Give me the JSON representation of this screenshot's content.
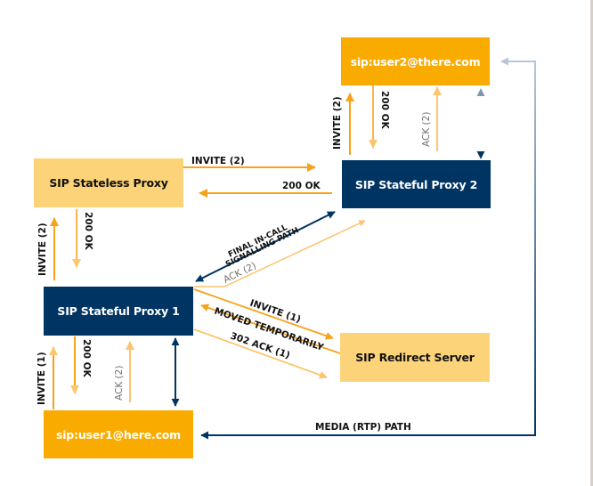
{
  "diagram": {
    "nodes": {
      "user2": "sip:user2@there.com",
      "stateful_proxy_2": "SIP Stateful Proxy 2",
      "stateless_proxy": "SIP Stateless Proxy",
      "stateful_proxy_1": "SIP Stateful Proxy 1",
      "redirect_server": "SIP Redirect Server",
      "user1": "sip:user1@here.com"
    },
    "labels": {
      "invite2_sp2_user2": "INVITE (2)",
      "ok_user2_sp2": "200 OK",
      "ack2_sp2_user2": "ACK (2)",
      "invite2_stateless_sp2": "INVITE (2)",
      "ok_sp2_stateless": "200 OK",
      "invite2_sp1_stateless": "INVITE (2)",
      "ok_stateless_sp1": "200 OK",
      "final_path_line1": "FINAL IN-CALL",
      "final_path_line2": "SIGNALLING PATH",
      "ack2_sp1_sp2": "ACK (2)",
      "invite1_sp1_redirect": "INVITE (1)",
      "moved_temporarily": "MOVED TEMPORARILY",
      "ack302": "302 ACK (1)",
      "invite1_user1_sp1": "INVITE (1)",
      "ok_sp1_user1": "200 OK",
      "ack2_user1_sp1": "ACK (2)",
      "media_path": "MEDIA (RTP) PATH"
    },
    "colors": {
      "navy": "#003463",
      "orange": "#f9ab00",
      "light_orange": "#fdd37a",
      "arrow_orange": "#f7a21b"
    }
  }
}
